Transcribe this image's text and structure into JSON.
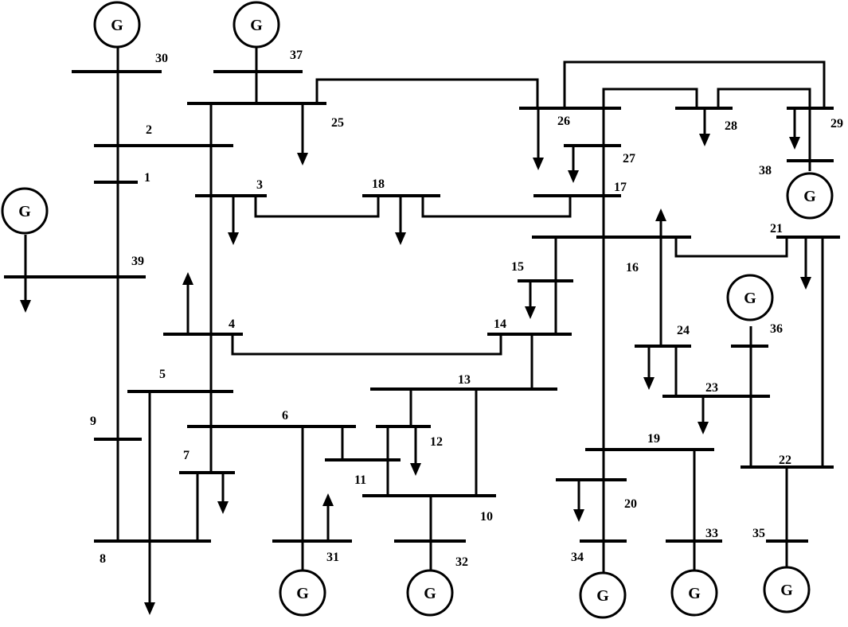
{
  "generator_symbol": "G",
  "buses": [
    "1",
    "2",
    "3",
    "4",
    "5",
    "6",
    "7",
    "8",
    "9",
    "10",
    "11",
    "12",
    "13",
    "14",
    "15",
    "16",
    "17",
    "18",
    "19",
    "20",
    "21",
    "22",
    "23",
    "24",
    "25",
    "26",
    "27",
    "28",
    "29",
    "30",
    "31",
    "32",
    "33",
    "34",
    "35",
    "36",
    "37",
    "38",
    "39"
  ],
  "colors": {
    "line": "#000000",
    "background": "#ffffff"
  }
}
